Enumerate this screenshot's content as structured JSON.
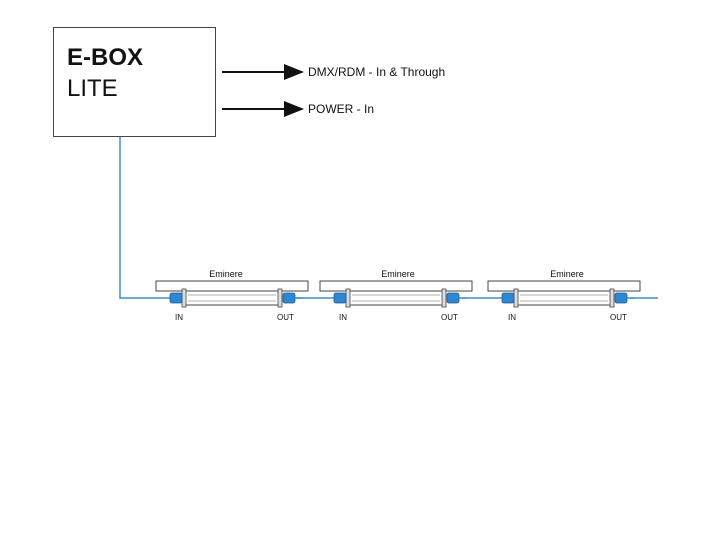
{
  "device": {
    "title": "E-BOX",
    "subtitle": "LITE"
  },
  "inputs": [
    {
      "label": "DMX/RDM - In & Through"
    },
    {
      "label": "POWER - In"
    }
  ],
  "fixtures": [
    {
      "name": "Eminere",
      "in_label": "IN",
      "out_label": "OUT"
    },
    {
      "name": "Eminere",
      "in_label": "IN",
      "out_label": "OUT"
    },
    {
      "name": "Eminere",
      "in_label": "IN",
      "out_label": "OUT"
    }
  ],
  "colors": {
    "cable": "#3a8fd6",
    "connector": "#2f86d1",
    "outline": "#444444"
  }
}
